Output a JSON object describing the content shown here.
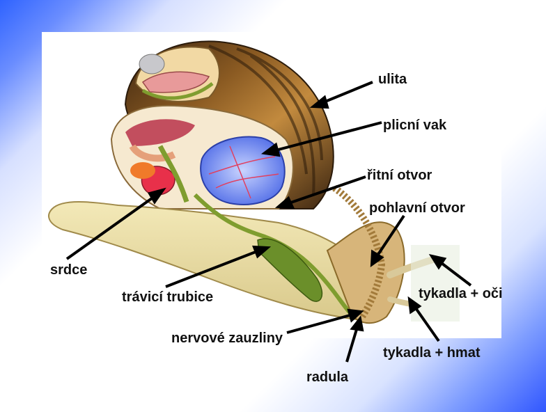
{
  "labels": {
    "ulita": "ulita",
    "plicni_vak": "plicní vak",
    "ritni_otvor": "řitní otvor",
    "pohlavni_otvor": "pohlavní otvor",
    "srdce": "srdce",
    "travici_trubice": "trávicí trubice",
    "tykadla_oci": "tykadla + oči",
    "nervove_zauzliny": "nervové zauzliny",
    "tykadla_hmat": "tykadla + hmat",
    "radula": "radula"
  },
  "colors": {
    "accent_blue": "#2f63ff",
    "label_text": "#111111",
    "arrow": "#000000"
  }
}
